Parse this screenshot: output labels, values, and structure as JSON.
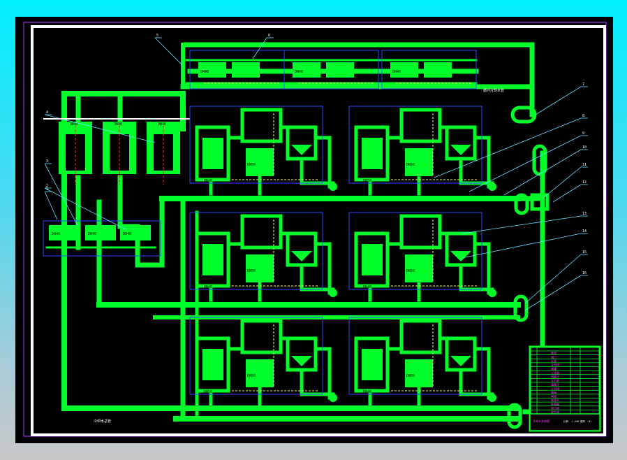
{
  "drawing": {
    "top_note": "循环冷却水管",
    "bottom_note": "冷却水总管",
    "callouts": [
      "5",
      "6",
      "4",
      "3",
      "2",
      "1",
      "7",
      "8",
      "9",
      "10",
      "11",
      "12",
      "13",
      "14",
      "15",
      "16"
    ],
    "tank_tags": [
      "DN40",
      "DN40",
      "DN40"
    ],
    "module_tags": [
      "DN40",
      "DN40",
      "DN40",
      "DN40"
    ],
    "unit_tags": [
      "DN40",
      "DN50",
      "DN40"
    ]
  },
  "title_block": {
    "rows": [
      "管道",
      "阀门",
      "水泵",
      "冷却塔",
      "储罐",
      "过滤器",
      "流量计",
      "压力表",
      "温度计",
      "止回阀",
      "蝶阀",
      "闸阀",
      "软接头",
      "补偿器",
      "排污阀",
      "放空阀"
    ],
    "drawing_title": "冷却水系统图",
    "cells": [
      "比例",
      "1:100",
      "图号",
      "01"
    ]
  },
  "colors": {
    "pipe": "#00ff2a",
    "background": "#000000",
    "frame": "#ffffff",
    "dashed": "#ffff55",
    "blue_outline": "#3344ff",
    "red_line": "#ff2222",
    "leader": "#66e0ff",
    "magenta": "#ff40ff"
  }
}
